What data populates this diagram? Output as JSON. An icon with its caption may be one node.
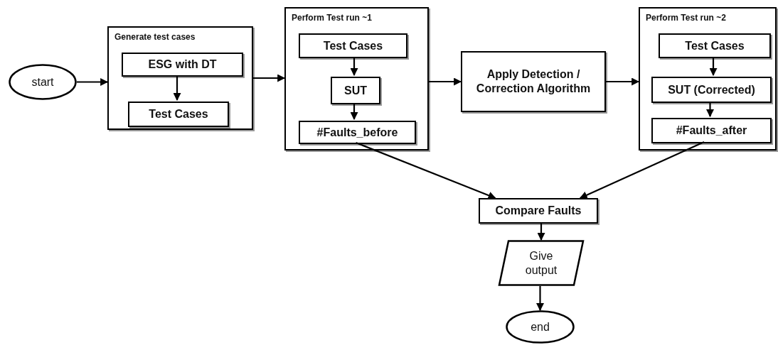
{
  "diagram": {
    "nodes": [
      {
        "text": [
          "start"
        ]
      },
      {
        "text": [
          "Generate test cases"
        ]
      },
      {
        "text": [
          "ESG with DT"
        ],
        "in": 1
      },
      {
        "text": [
          "Test Cases"
        ],
        "in": 1
      },
      {
        "text": [
          "Perform Test run ~1"
        ]
      },
      {
        "text": [
          "Test Cases"
        ],
        "in": 4
      },
      {
        "text": [
          "SUT"
        ],
        "in": 4
      },
      {
        "text": [
          "#Faults_before"
        ],
        "in": 4
      },
      {
        "text": [
          "Apply Detection / Correction Algorithm"
        ]
      },
      {
        "text": [
          "Perform Test run ~2"
        ]
      },
      {
        "text": [
          "Test Cases"
        ],
        "in": 9
      },
      {
        "text": [
          "SUT (Corrected)"
        ],
        "in": 9
      },
      {
        "text": [
          "#Faults_after"
        ],
        "in": 9
      },
      {
        "text": [
          "Compare Faults"
        ]
      },
      {
        "text": [
          "Give output"
        ]
      },
      {
        "text": [
          "end"
        ]
      }
    ],
    "edges": [
      {
        "from": 0,
        "to": 1,
        "arrow": "to"
      },
      {
        "from": 2,
        "to": 3,
        "arrow": "to"
      },
      {
        "from": 1,
        "to": 4,
        "arrow": "to"
      },
      {
        "from": 5,
        "to": 6,
        "arrow": "to"
      },
      {
        "from": 6,
        "to": 7,
        "arrow": "to"
      },
      {
        "from": 4,
        "to": 8,
        "arrow": "to"
      },
      {
        "from": 8,
        "to": 9,
        "arrow": "to"
      },
      {
        "from": 10,
        "to": 11,
        "arrow": "to"
      },
      {
        "from": 11,
        "to": 12,
        "arrow": "to"
      },
      {
        "from": 7,
        "to": 13,
        "arrow": "to"
      },
      {
        "from": 12,
        "to": 13,
        "arrow": "to"
      },
      {
        "from": 13,
        "to": 14,
        "arrow": "to"
      },
      {
        "from": 14,
        "to": 15,
        "arrow": "to"
      }
    ]
  }
}
